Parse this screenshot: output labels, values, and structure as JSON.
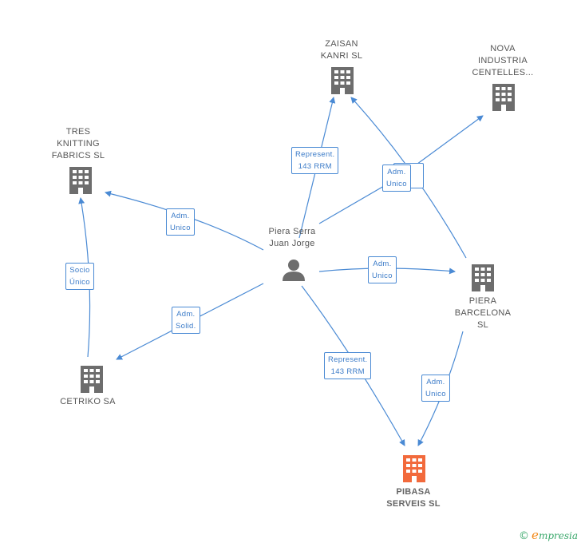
{
  "nodes": {
    "zaisan": {
      "lines": [
        "ZAISAN",
        "KANRI SL"
      ]
    },
    "nova": {
      "lines": [
        "NOVA",
        "INDUSTRIA",
        "CENTELLES..."
      ]
    },
    "tres": {
      "lines": [
        "TRES",
        "KNITTING",
        "FABRICS SL"
      ]
    },
    "person": {
      "lines": [
        "Piera Serra",
        "Juan Jorge"
      ]
    },
    "piera_bcn": {
      "lines": [
        "PIERA",
        "BARCELONA",
        "SL"
      ]
    },
    "cetriko": {
      "lines": [
        "CETRIKO SA"
      ]
    },
    "pibasa": {
      "lines": [
        "PIBASA",
        "SERVEIS SL"
      ]
    }
  },
  "edges": {
    "represent_zaisan": [
      "Represent.",
      "143 RRM"
    ],
    "adm_nova": [
      "Adm.",
      "Unico"
    ],
    "adm_tres": [
      "Adm.",
      "Unico"
    ],
    "adm_piera": [
      "Adm.",
      "Unico"
    ],
    "socio": [
      "Socio",
      "Único"
    ],
    "adm_solid": [
      "Adm.",
      "Solid."
    ],
    "represent_pibasa": [
      "Represent.",
      "143 RRM"
    ],
    "adm_pibasa": [
      "Adm.",
      "Unico"
    ]
  },
  "colors": {
    "building": "#6d6d6d",
    "building_target": "#f26a3c",
    "edge": "#4a8ad4",
    "person": "#6d6d6d"
  },
  "icons": {
    "company": "building-icon",
    "person": "person-icon"
  },
  "footer": {
    "copyright": "©",
    "brand_e": "e",
    "brand_rest": "mpresia"
  }
}
